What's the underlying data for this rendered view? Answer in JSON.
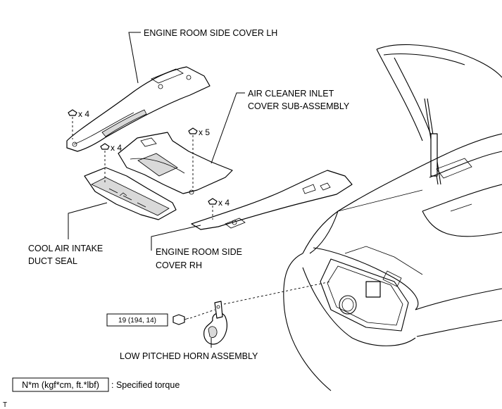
{
  "labels": {
    "engine_room_side_cover_lh": "ENGINE ROOM SIDE COVER LH",
    "air_cleaner_inlet_line1": "AIR CLEANER INLET",
    "air_cleaner_inlet_line2": "COVER SUB-ASSEMBLY",
    "cool_air_intake_line1": "COOL AIR INTAKE",
    "cool_air_intake_line2": "DUCT SEAL",
    "engine_room_side_rh_line1": "ENGINE ROOM SIDE",
    "engine_room_side_rh_line2": "COVER RH",
    "low_pitched_horn": "LOW PITCHED HORN ASSEMBLY"
  },
  "fastener_counts": {
    "lh_cover": "x 4",
    "air_cleaner_cover": "x 5",
    "cool_air_seal": "x 4",
    "rh_cover": "x 4"
  },
  "torque": {
    "value": "19 (194, 14)"
  },
  "legend": {
    "unit_box": "N*m (kgf*cm, ft.*lbf)",
    "description": ": Specified torque"
  },
  "corner_mark": "T"
}
